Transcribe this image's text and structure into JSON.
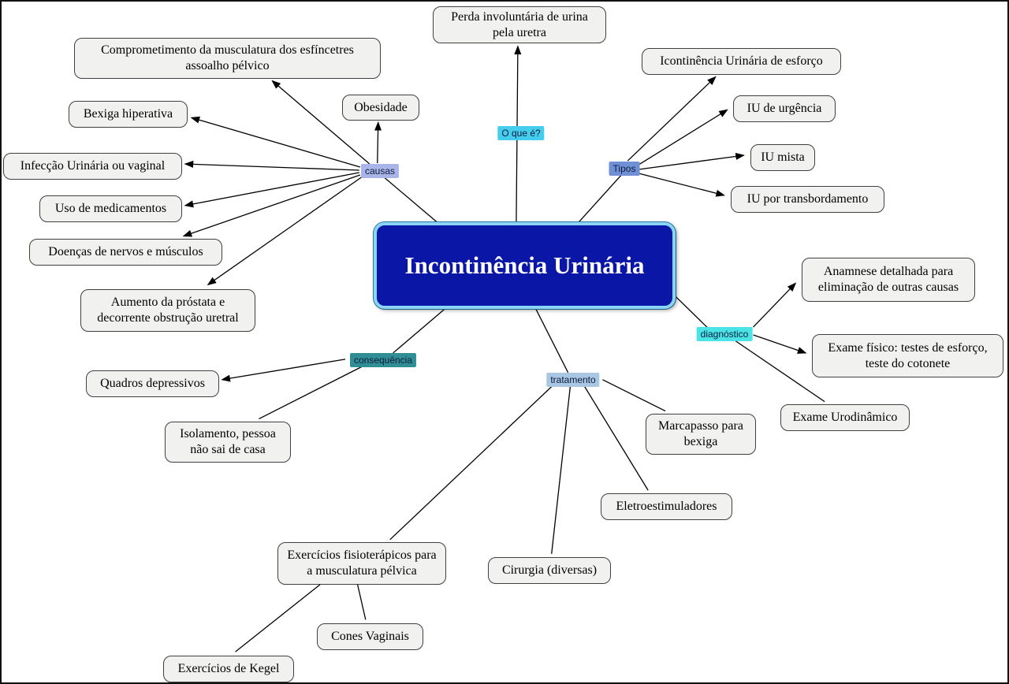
{
  "center": {
    "label": "Incontinência Urinária"
  },
  "branches": {
    "o_que_e": {
      "label": "O que é?",
      "items": [
        "Perda involuntária de urina pela uretra"
      ]
    },
    "causas": {
      "label": "causas",
      "items": [
        "Comprometimento da musculatura dos esfíncetres assoalho pélvico",
        "Bexiga hiperativa",
        "Obesidade",
        "Infecção Urinária ou vaginal",
        "Uso de medicamentos",
        "Doenças de nervos e músculos",
        "Aumento da próstata e decorrente obstrução uretral"
      ]
    },
    "tipos": {
      "label": "Tipos",
      "items": [
        "Icontinência Urinária de esforço",
        "IU de urgência",
        "IU mista",
        "IU por transbordamento"
      ]
    },
    "diagnostico": {
      "label": "diagnóstico",
      "items": [
        "Anamnese detalhada para eliminação de outras causas",
        "Exame físico: testes de esforço, teste do cotonete",
        "Exame Urodinâmico"
      ]
    },
    "consequencia": {
      "label": "consequência",
      "items": [
        "Quadros depressivos",
        "Isolamento, pessoa não sai de casa"
      ]
    },
    "tratamento": {
      "label": "tratamento",
      "items": [
        "Marcapasso para bexiga",
        "Eletroestimuladores",
        "Cirurgia (diversas)",
        "Exercícios fisioterápicos para a musculatura pélvica",
        "Cones Vaginais",
        "Exercícios de Kegel"
      ]
    }
  },
  "colors": {
    "center_bg": "#0a17a6",
    "center_border": "#8ad4f6",
    "node_bg": "#f1f1ef",
    "node_border": "#3f3f3f",
    "edge": "#000000",
    "label_o_que_e_bg": "#45cdee",
    "label_causas_bg": "#a9b5e8",
    "label_tipos_bg": "#7090d6",
    "label_diagnostico_bg": "#4ae4e6",
    "label_consequencia_bg": "#2f8f94",
    "label_tratamento_bg": "#a9c6e2"
  }
}
